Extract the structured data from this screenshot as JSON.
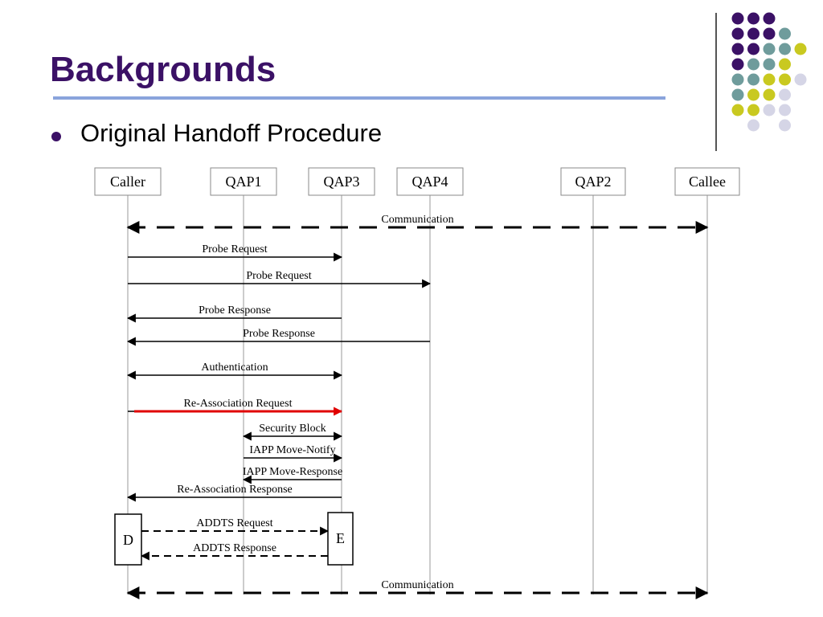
{
  "slide": {
    "title": "Backgrounds",
    "bullet": "Original Handoff Procedure"
  },
  "colors": {
    "title": "#3b1166",
    "rule": "#8aa4dc",
    "dot_purple": "#3b1166",
    "dot_teal": "#6f9c9c",
    "dot_yellow": "#c9c920",
    "dot_lavender": "#d5d5e6",
    "highlight_arrow": "#e00000"
  },
  "diagram": {
    "entities": [
      "Caller",
      "QAP1",
      "QAP3",
      "QAP4",
      "QAP2",
      "Callee"
    ],
    "messages": [
      {
        "label": "Communication",
        "from": "Caller",
        "to": "Callee",
        "style": "dashed-bold",
        "direction": "both"
      },
      {
        "label": "Probe Request",
        "from": "Caller",
        "to": "QAP3",
        "style": "solid",
        "direction": "forward"
      },
      {
        "label": "Probe Request",
        "from": "Caller",
        "to": "QAP4",
        "style": "solid",
        "direction": "forward"
      },
      {
        "label": "Probe Response",
        "from": "QAP3",
        "to": "Caller",
        "style": "solid",
        "direction": "forward"
      },
      {
        "label": "Probe Response",
        "from": "QAP4",
        "to": "Caller",
        "style": "solid",
        "direction": "forward"
      },
      {
        "label": "Authentication",
        "from": "Caller",
        "to": "QAP3",
        "style": "solid",
        "direction": "both"
      },
      {
        "label": "Re-Association Request",
        "from": "Caller",
        "to": "QAP3",
        "style": "solid-red",
        "direction": "forward"
      },
      {
        "label": "Security Block",
        "from": "QAP1",
        "to": "QAP3",
        "style": "solid",
        "direction": "both"
      },
      {
        "label": "IAPP Move-Notify",
        "from": "QAP1",
        "to": "QAP3",
        "style": "solid",
        "direction": "forward"
      },
      {
        "label": "IAPP Move-Response",
        "from": "QAP3",
        "to": "QAP1",
        "style": "solid",
        "direction": "forward"
      },
      {
        "label": "Re-Association Response",
        "from": "QAP3",
        "to": "Caller",
        "style": "solid",
        "direction": "forward"
      },
      {
        "label": "ADDTS Request",
        "from": "D",
        "to": "E",
        "style": "dashed",
        "direction": "forward"
      },
      {
        "label": "ADDTS Response",
        "from": "E",
        "to": "D",
        "style": "dashed",
        "direction": "forward"
      },
      {
        "label": "Communication",
        "from": "Caller",
        "to": "Callee",
        "style": "dashed-bold",
        "direction": "both"
      }
    ],
    "boxes": [
      {
        "label": "D",
        "on": "Caller"
      },
      {
        "label": "E",
        "on": "QAP3"
      }
    ]
  }
}
